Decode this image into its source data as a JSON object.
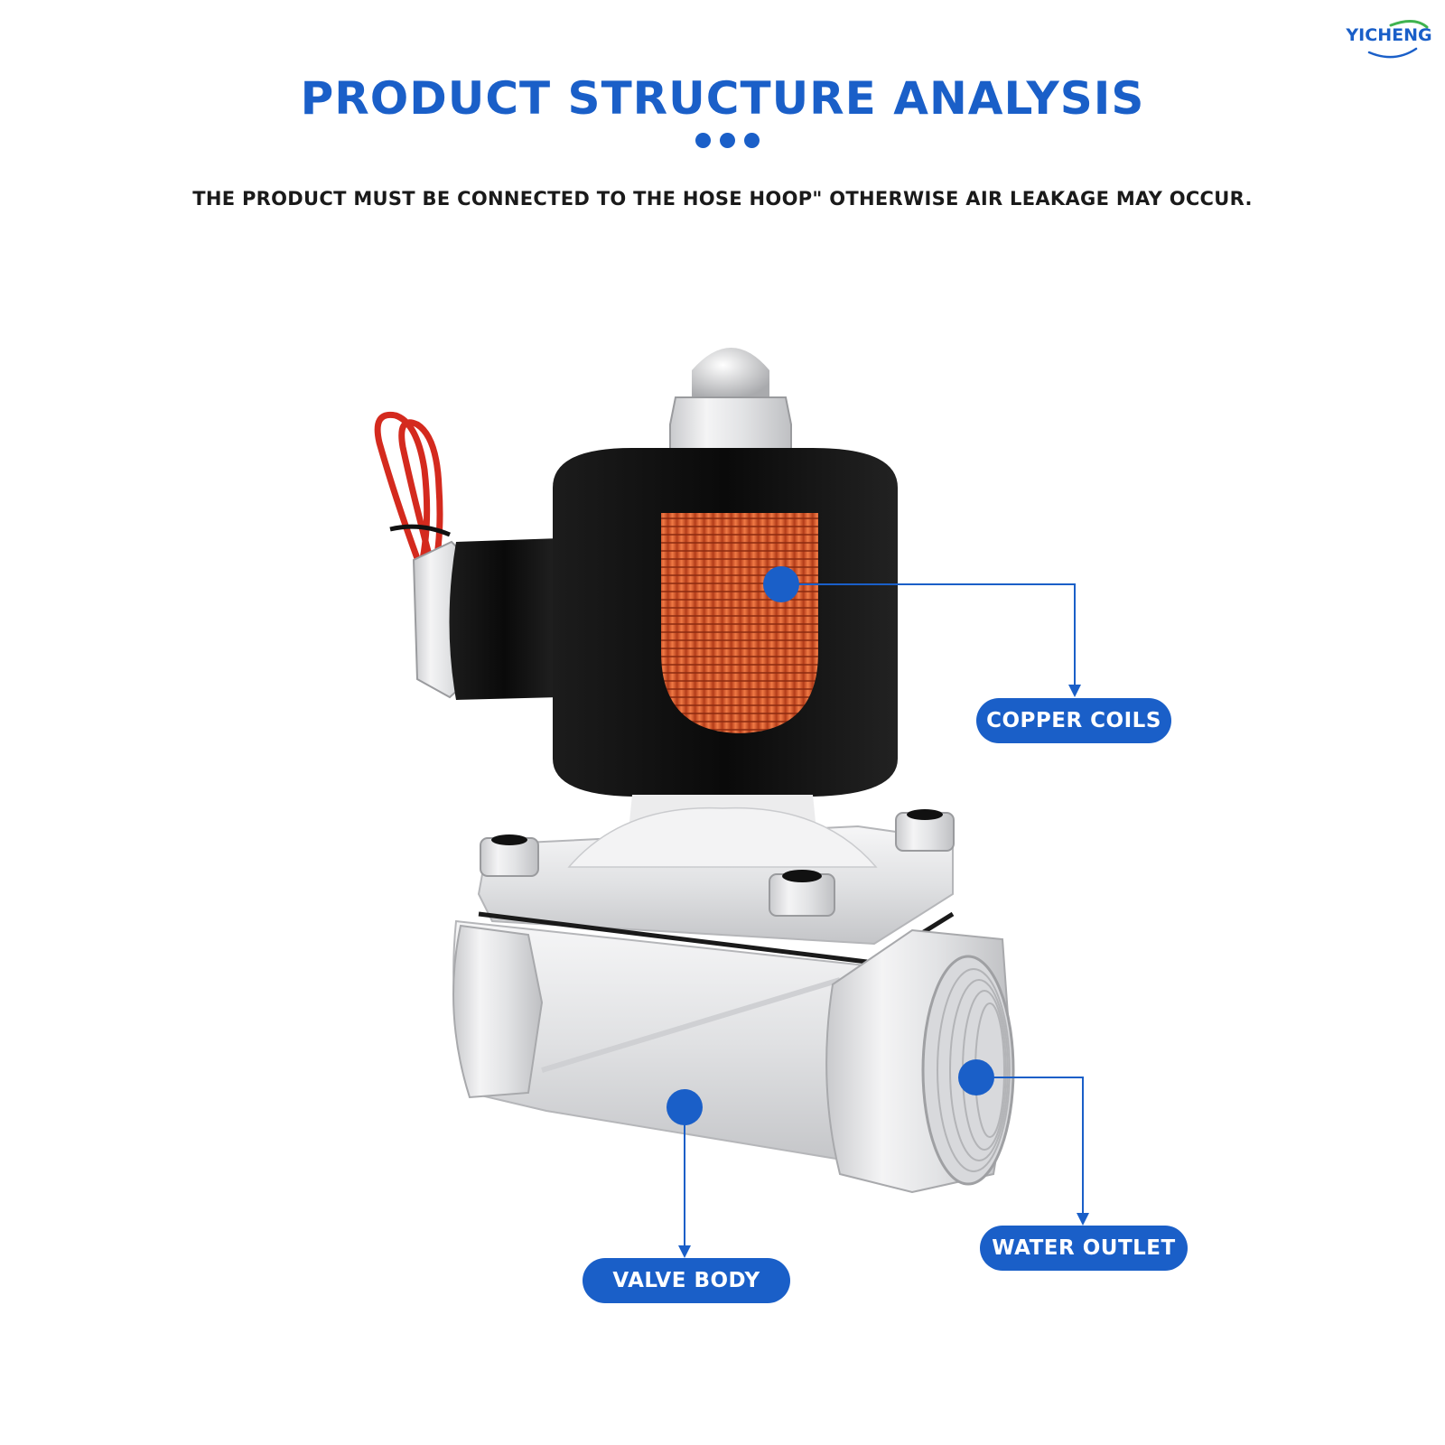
{
  "brand": {
    "logo_text": "YICHENG"
  },
  "header": {
    "title": "PRODUCT STRUCTURE ANALYSIS",
    "subtitle": "THE PRODUCT MUST BE CONNECTED TO THE HOSE HOOP\" OTHERWISE AIR LEAKAGE MAY OCCUR."
  },
  "callouts": {
    "copper_coils": "COPPER COILS",
    "water_outlet": "WATER OUTLET",
    "valve_body": "VALVE BODY"
  },
  "colors": {
    "accent": "#1a5fc8",
    "coil_housing": "#111111",
    "copper": "#e05a2a",
    "wire": "#d42a1e",
    "metal": "#dcdde0"
  }
}
